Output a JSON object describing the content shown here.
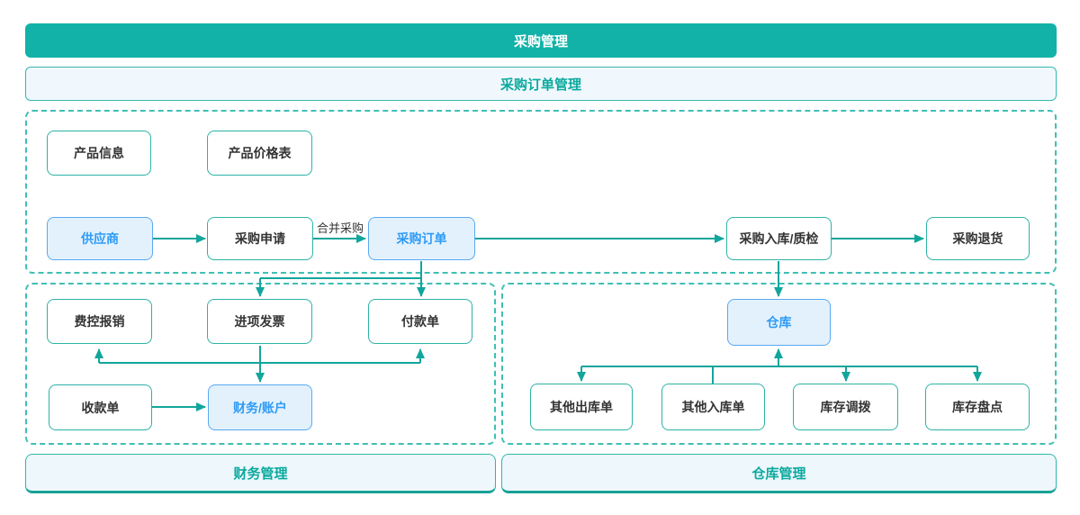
{
  "header": {
    "title": "采购管理"
  },
  "sub_header": {
    "title": "采购订单管理"
  },
  "footer_banners": {
    "finance": {
      "label": "财务管理"
    },
    "warehouse": {
      "label": "仓库管理"
    }
  },
  "nodes": {
    "product_info": {
      "label": "产品信息",
      "style": "plain"
    },
    "product_price_list": {
      "label": "产品价格表",
      "style": "plain"
    },
    "supplier": {
      "label": "供应商",
      "style": "highlight-blue"
    },
    "purchase_request": {
      "label": "采购申请",
      "style": "plain"
    },
    "purchase_order": {
      "label": "采购订单",
      "style": "highlight-blue"
    },
    "purchase_inbound_qc": {
      "label": "采购入库/质检",
      "style": "plain"
    },
    "purchase_return": {
      "label": "采购退货",
      "style": "plain"
    },
    "expense_reimbursement": {
      "label": "费控报销",
      "style": "plain"
    },
    "input_invoice": {
      "label": "进项发票",
      "style": "plain"
    },
    "payment_order": {
      "label": "付款单",
      "style": "plain"
    },
    "receipt_order": {
      "label": "收款单",
      "style": "plain"
    },
    "finance_account": {
      "label": "财务/账户",
      "style": "highlight-blue"
    },
    "warehouse": {
      "label": "仓库",
      "style": "highlight-blue"
    },
    "other_outbound_order": {
      "label": "其他出库单",
      "style": "plain"
    },
    "other_inbound_order": {
      "label": "其他入库单",
      "style": "plain"
    },
    "inventory_transfer": {
      "label": "库存调拨",
      "style": "plain"
    },
    "inventory_count": {
      "label": "库存盘点",
      "style": "plain"
    }
  },
  "edges": {
    "merge_label": "合并采购"
  },
  "colors": {
    "teal_banner": "#12b2a8",
    "teal_border": "#2cb3a7",
    "teal_dashed": "#3fbfb5",
    "teal_line": "#12a59c",
    "teal_text": "#0aa99e",
    "light_banner_bg": "#f0f8fd",
    "blue_node_bg": "#e3f1fd",
    "blue_node_border": "#58a9f2",
    "blue_node_text": "#2e9bf5",
    "dark_text": "#333333"
  }
}
